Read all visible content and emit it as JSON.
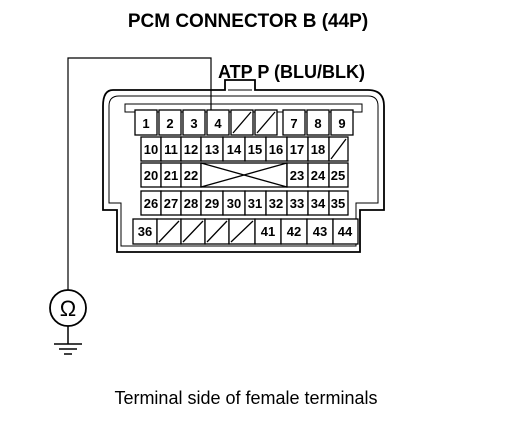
{
  "title": "PCM CONNECTOR B (44P)",
  "probe_label": "ATP P (BLU/BLK)",
  "caption": "Terminal side of female terminals",
  "meter_symbol": "Ω",
  "ground_symbol": "ground-icon",
  "connector": {
    "rows": [
      [
        "1",
        "2",
        "3",
        "4",
        "x",
        "x",
        "7",
        "8",
        "9"
      ],
      [
        "10",
        "11",
        "12",
        "13",
        "14",
        "15",
        "16",
        "17",
        "18",
        "x"
      ],
      [
        "20",
        "21",
        "22",
        "X",
        "23",
        "24",
        "25"
      ],
      [
        "26",
        "27",
        "28",
        "29",
        "30",
        "31",
        "32",
        "33",
        "34",
        "35"
      ],
      [
        "36",
        "x",
        "x",
        "x",
        "x",
        "41",
        "42",
        "43",
        "44"
      ]
    ]
  }
}
